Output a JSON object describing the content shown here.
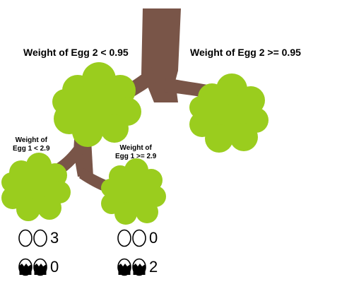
{
  "colors": {
    "trunk": "#795548",
    "foliage": "#9ACD1E",
    "egg_stroke": "#000000",
    "background": "#ffffff"
  },
  "split_root": {
    "left_label": "Weight of Egg 2 < 0.95",
    "right_label": "Weight of Egg 2 >= 0.95"
  },
  "split_left": {
    "left_label_line1": "Weight of",
    "left_label_line2": "Egg 1 < 2.9",
    "right_label_line1": "Weight of",
    "right_label_line2": "Egg 1 >= 2.9"
  },
  "leaves": [
    {
      "whole_eggs_icon": "two-whole-eggs-icon",
      "whole_count": "3",
      "cracked_eggs_icon": "two-cracked-eggs-icon",
      "cracked_count": "0"
    },
    {
      "whole_eggs_icon": "two-whole-eggs-icon",
      "whole_count": "0",
      "cracked_eggs_icon": "two-cracked-eggs-icon",
      "cracked_count": "2"
    }
  ]
}
